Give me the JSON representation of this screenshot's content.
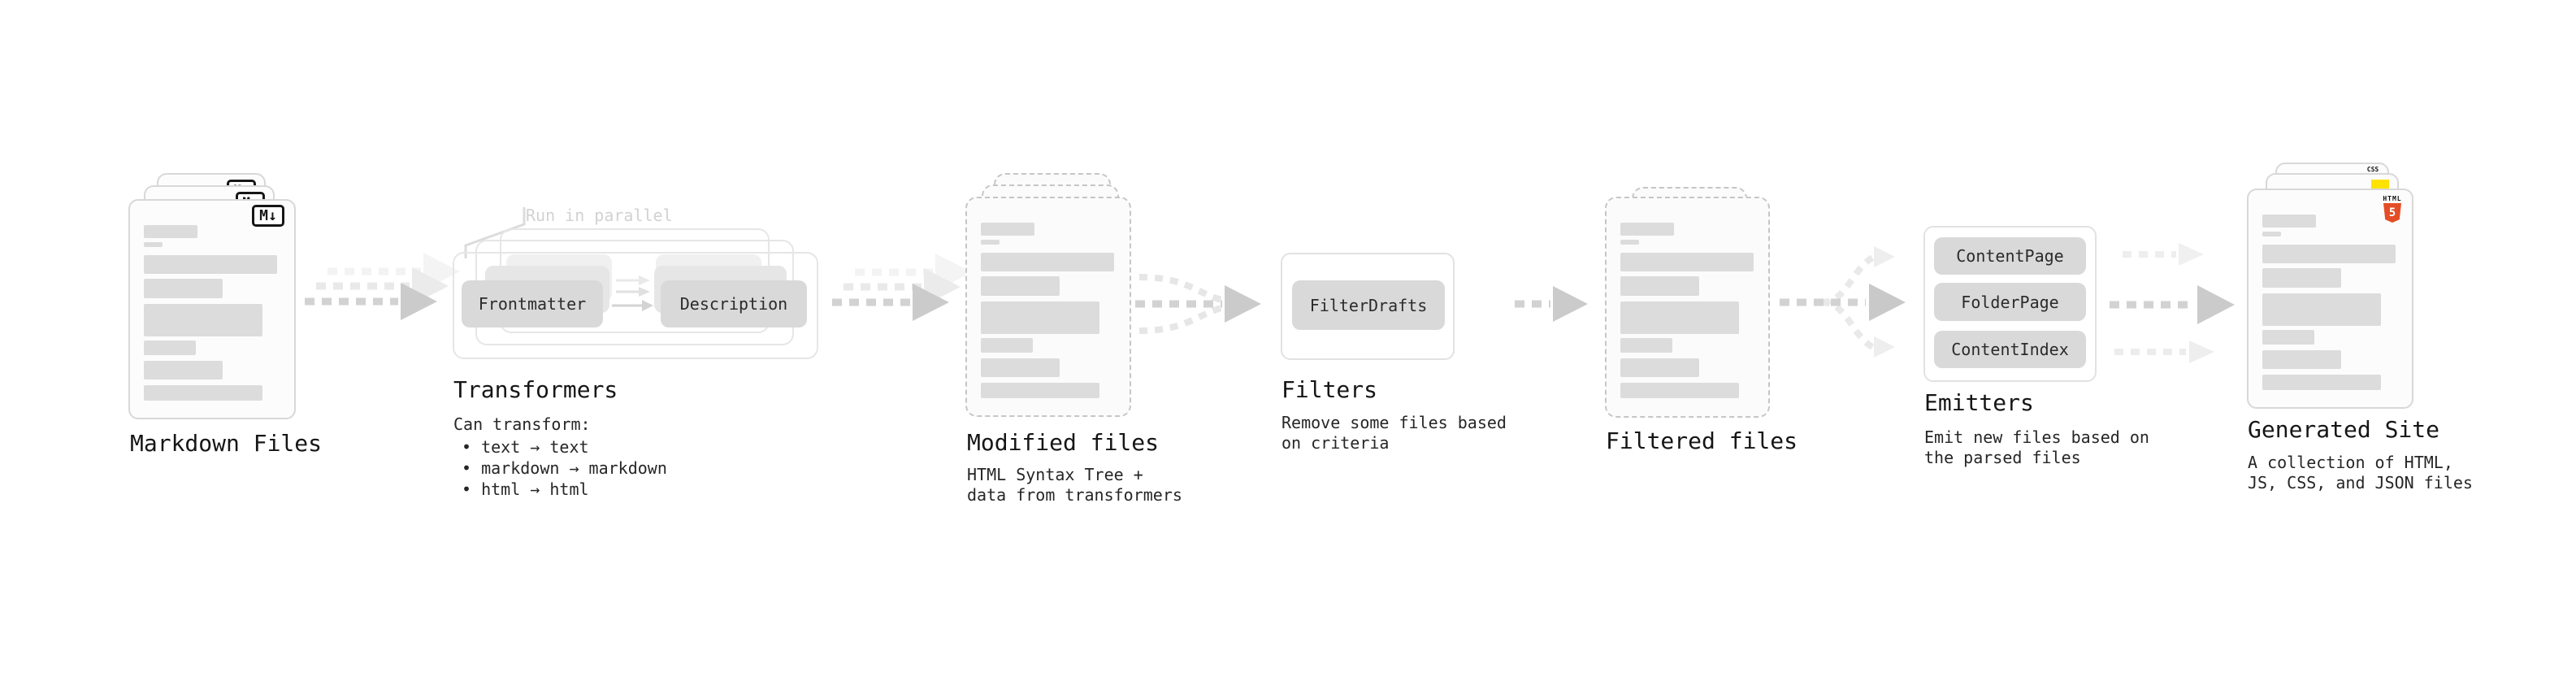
{
  "stages": {
    "markdown_files": {
      "label": "Markdown Files",
      "badge": "M↓"
    },
    "transformers": {
      "label": "Transformers",
      "annotation": "Run in parallel",
      "node_left": "Frontmatter",
      "node_right": "Description",
      "note_title": "Can transform:",
      "bullets": [
        "• text → text",
        "• markdown → markdown",
        "• html → html"
      ]
    },
    "modified_files": {
      "label": "Modified files",
      "subtitle": "HTML Syntax Tree +\ndata from transformers"
    },
    "filters": {
      "label": "Filters",
      "node": "FilterDrafts",
      "subtitle": "Remove some files based\non criteria"
    },
    "filtered_files": {
      "label": "Filtered files"
    },
    "emitters": {
      "label": "Emitters",
      "nodes": [
        "ContentPage",
        "FolderPage",
        "ContentIndex"
      ],
      "subtitle": "Emit new files based on\nthe parsed files"
    },
    "generated_site": {
      "label": "Generated Site",
      "subtitle": "A collection of HTML,\nJS, CSS, and JSON files",
      "badges": {
        "html5_word": "HTML",
        "html5_number": "5",
        "css": "CSS"
      }
    }
  },
  "colors": {
    "html5_orange": "#e44d26",
    "js_yellow": "#ffe200",
    "css_blue": "#2962ff",
    "arrow_gray": "#d2d2d2",
    "node_gray": "#d9d9d9",
    "text": "#161616"
  }
}
